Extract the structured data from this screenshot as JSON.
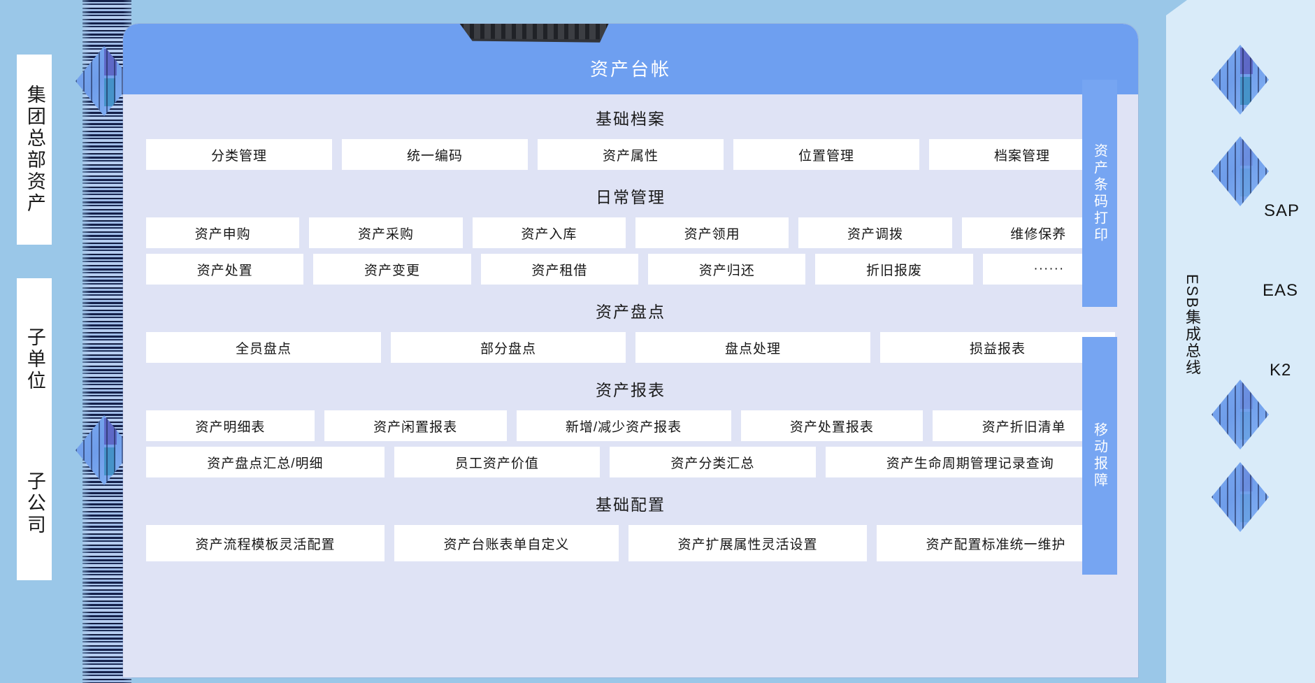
{
  "title": "资产台帐",
  "colors": {
    "page_bg_left": "#9ac7e8",
    "page_bg_right": "#d9ebf9",
    "panel_bg": "#dfe3f5",
    "header_blue": "#6e9ff0",
    "accent_blue": "#76a5f2",
    "card_white": "#ffffff"
  },
  "left_org": {
    "items": [
      {
        "label": "集团总部资产"
      },
      {
        "label": "子单位"
      },
      {
        "label": "子公司"
      }
    ]
  },
  "sections": [
    {
      "name": "basic-archive",
      "title": "基础档案",
      "rows": [
        [
          "分类管理",
          "统一编码",
          "资产属性",
          "位置管理",
          "档案管理"
        ]
      ]
    },
    {
      "name": "daily-management",
      "title": "日常管理",
      "rows": [
        [
          "资产申购",
          "资产采购",
          "资产入库",
          "资产领用",
          "资产调拨",
          "维修保养"
        ],
        [
          "资产处置",
          "资产变更",
          "资产租借",
          "资产归还",
          "折旧报废",
          "······"
        ]
      ]
    },
    {
      "name": "asset-inventory",
      "title": "资产盘点",
      "rows": [
        [
          "全员盘点",
          "部分盘点",
          "盘点处理",
          "损益报表"
        ]
      ]
    },
    {
      "name": "asset-reports",
      "title": "资产报表",
      "rows": [
        [
          "资产明细表",
          "资产闲置报表",
          "新增/减少资产报表",
          "资产处置报表",
          "资产折旧清单"
        ],
        [
          "资产盘点汇总/明细",
          "员工资产价值",
          "资产分类汇总",
          "资产生命周期管理记录查询"
        ]
      ]
    },
    {
      "name": "basic-configuration",
      "title": "基础配置",
      "rows": [
        [
          "资产流程模板灵活配置",
          "资产台账表单自定义",
          "资产扩展属性灵活设置",
          "资产配置标准统一维护"
        ]
      ]
    }
  ],
  "side_buttons": [
    {
      "label": "资产条码打印"
    },
    {
      "label": "移动报障"
    }
  ],
  "right_panel": {
    "bus_label": "ESB集成总线",
    "systems": [
      {
        "label": "SAP"
      },
      {
        "label": "EAS"
      },
      {
        "label": "K2"
      }
    ],
    "node_icon": "diamond-node-icon",
    "node_count": 4
  },
  "left_connectors": {
    "icon": "diamond-node-icon",
    "count": 2,
    "barcode_icon": "barcode-band-icon"
  },
  "watermark": {
    "icon": "watermark-logo-icon"
  }
}
